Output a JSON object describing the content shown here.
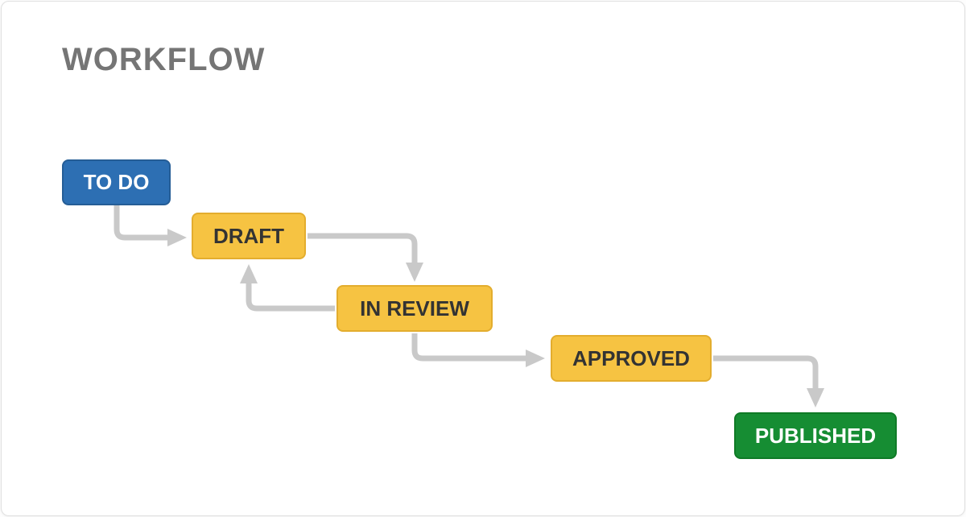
{
  "title": "WORKFLOW",
  "diagram": {
    "arrow_color": "#c9c9c9",
    "nodes": [
      {
        "id": "todo",
        "label": "TO DO",
        "color": "#2d6fb3",
        "text_color": "#ffffff"
      },
      {
        "id": "draft",
        "label": "DRAFT",
        "color": "#f6c342",
        "text_color": "#333333"
      },
      {
        "id": "in-review",
        "label": "IN REVIEW",
        "color": "#f6c342",
        "text_color": "#333333"
      },
      {
        "id": "approved",
        "label": "APPROVED",
        "color": "#f6c342",
        "text_color": "#333333"
      },
      {
        "id": "published",
        "label": "PUBLISHED",
        "color": "#168d33",
        "text_color": "#ffffff"
      }
    ],
    "edges": [
      {
        "from": "todo",
        "to": "draft"
      },
      {
        "from": "draft",
        "to": "in-review"
      },
      {
        "from": "in-review",
        "to": "draft"
      },
      {
        "from": "in-review",
        "to": "approved"
      },
      {
        "from": "approved",
        "to": "published"
      }
    ]
  }
}
